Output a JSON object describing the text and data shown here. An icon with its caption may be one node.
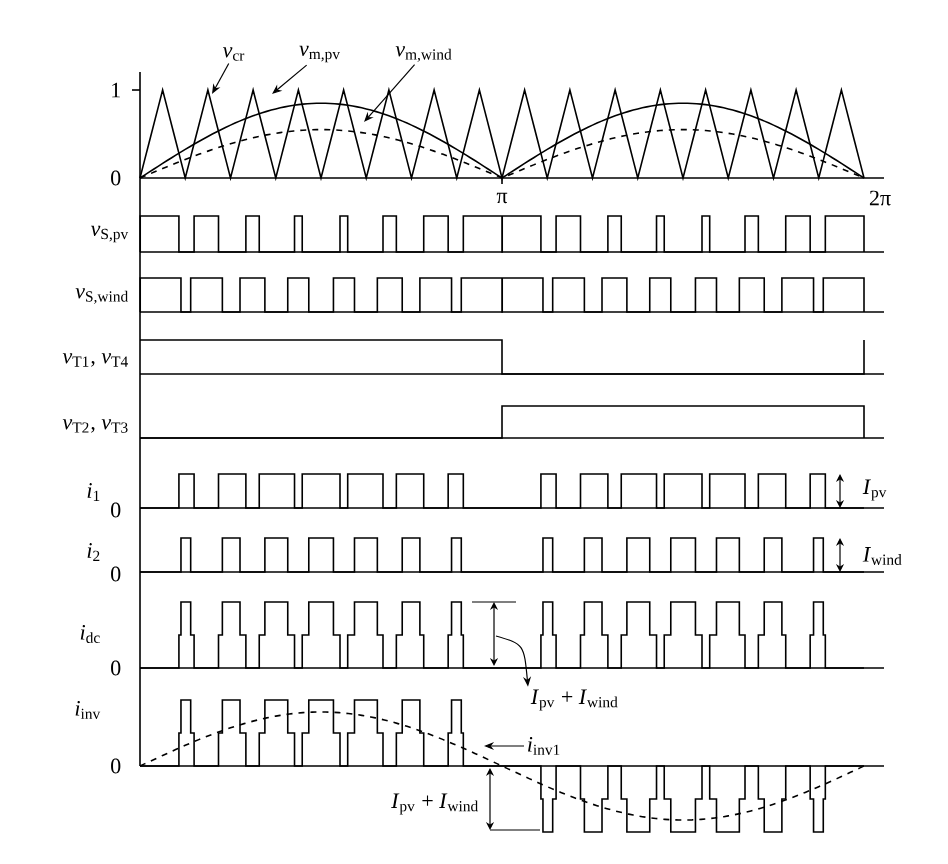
{
  "diagram": {
    "nodes": [
      {
        "text": [
          "*v*$_{cr}$"
        ]
      },
      {
        "text": [
          "*v*$_{m,pv}$"
        ]
      },
      {
        "text": [
          "*v*$_{m,wind}$"
        ]
      },
      {
        "text": [
          "*I*$_{pv}$ + *I*$_{wind}$"
        ]
      },
      {
        "text": [
          "*i*$_{inv1}$"
        ]
      }
    ],
    "edges": [
      {
        "from": 0,
        "to": null,
        "arrow": "to"
      },
      {
        "from": 1,
        "to": null,
        "arrow": "to"
      },
      {
        "from": 2,
        "to": null,
        "arrow": "to"
      },
      {
        "from": null,
        "to": 3,
        "arrow": "to"
      },
      {
        "from": 4,
        "to": null,
        "arrow": "to"
      }
    ],
    "labels": [
      "1",
      "0",
      "π",
      "2π",
      "*v*$_{S,pv}$",
      "*v*$_{S,wind}$",
      "*v*$_{T1}$, *v*$_{T4}$",
      "*v*$_{T2}$, *v*$_{T3}$",
      "*i*$_{1}$",
      "*I*$_{pv}$",
      "0",
      "*i*$_{2}$",
      "*I*$_{wind}$",
      "0",
      "*i*$_{dc}$",
      "0",
      "*i*$_{inv}$",
      "0",
      "*I*$_{pv}$ + *I*$_{wind}$"
    ]
  }
}
